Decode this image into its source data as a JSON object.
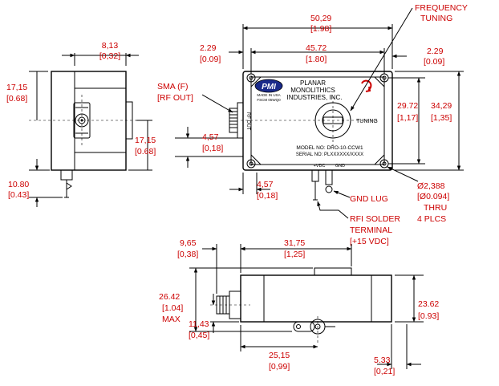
{
  "dimensions": {
    "width_total": {
      "mm": "50,29",
      "in": "[1.98]"
    },
    "mount_spacing_x": {
      "mm": "45.72",
      "in": "[1.80]"
    },
    "left_edge_hole": {
      "mm": "2.29",
      "in": "[0.09]"
    },
    "right_edge_hole": {
      "mm": "2.29",
      "in": "[0.09]"
    },
    "mount_spacing_y": {
      "mm": "29.72",
      "in": "[1,17]"
    },
    "height_total": {
      "mm": "34,29",
      "in": "[1,35]"
    },
    "side_depth": {
      "mm": "8,13",
      "in": "[0,32]"
    },
    "side_top_to_sma": {
      "mm": "17,15",
      "in": "[0.68]"
    },
    "side_sma_to_bottom": {
      "mm": "17,15",
      "in": "[0.68]"
    },
    "side_terminal": {
      "mm": "10.80",
      "in": "[0.43]"
    },
    "sma_offset": {
      "mm": "4,57",
      "in": "[0,18]"
    },
    "terminal_offset": {
      "mm": "4,57",
      "in": "[0,18]"
    },
    "hole_diameter": {
      "mm": "Ø2,388",
      "in": "[Ø0.094]",
      "note1": "THRU",
      "note2": "4 PLCS"
    },
    "bottom_sma_length": {
      "mm": "9,65",
      "in": "[0,38]"
    },
    "bottom_body_to_lug": {
      "mm": "31,75",
      "in": "[1,25]"
    },
    "bottom_overall_height": {
      "mm": "26.42",
      "in": "[1.04]",
      "note": "MAX"
    },
    "bottom_sma_center": {
      "mm": "11,43",
      "in": "[0,45]"
    },
    "bottom_body_height": {
      "mm": "23.62",
      "in": "[0.93]"
    },
    "bottom_terminal_pos": {
      "mm": "25,15",
      "in": "[0,99]"
    },
    "bottom_right_margin": {
      "mm": "5.33",
      "in": "[0,21]"
    }
  },
  "callouts": {
    "sma": [
      "SMA (F)",
      "[RF OUT]"
    ],
    "tuning": [
      "FREQUENCY",
      "TUNING"
    ],
    "gnd_lug": "GND LUG",
    "rfi": [
      "RFI SOLDER",
      "TERMINAL",
      "[+15 VDC]"
    ]
  },
  "label": {
    "logo": "PMI",
    "made_in": "MADE IN USA",
    "fscm": "FSCM 05WQ0",
    "company": [
      "PLANAR",
      "MONOLITHICS",
      "INDUSTRIES, INC."
    ],
    "tuning": "TUNING",
    "rf_out": "RF OUT",
    "model": "MODEL NO: DRO-10-CCW1",
    "serial": "SERIAL NO: PLXXXXXX/XXXX",
    "vdc": "+VDC",
    "gnd": "GND"
  },
  "colors": {
    "dimension": "#cc0000",
    "outline": "#000000",
    "logo": "#1a2a8a"
  }
}
